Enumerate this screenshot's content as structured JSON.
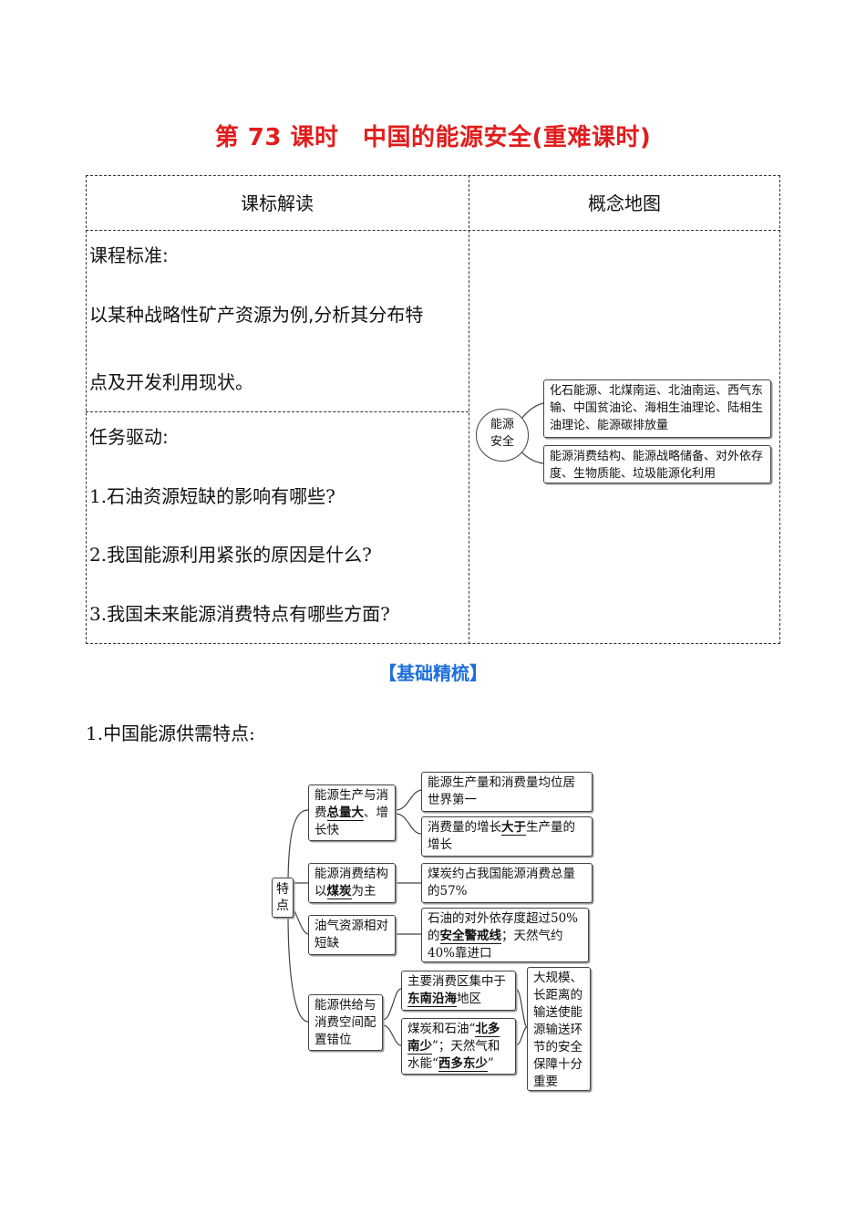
{
  "title": "第 73 课时　中国的能源安全(重难课时)",
  "table": {
    "col1_header": "课标解读",
    "col2_header": "概念地图",
    "standard_label": "课程标准:",
    "standard_line1": "以某种战略性矿产资源为例,分析其分布特",
    "standard_line2": "点及开发利用现状。",
    "task_label": "任务驱动:",
    "tasks": [
      "1.石油资源短缺的影响有哪些?",
      "2.我国能源利用紧张的原因是什么?",
      "3.我国未来能源消费特点有哪些方面?"
    ]
  },
  "concept_map": {
    "center_line1": "能源",
    "center_line2": "安全",
    "top_box": "化石能源、北煤南运、北油南运、西气东输、中国贫油论、海相生油理论、陆相生油理论、能源碳排放量",
    "bottom_box": "能源消费结构、能源战略储备、对外依存度、生物质能、垃圾能源化利用"
  },
  "section_title": "【基础精梳】",
  "item1": "1.中国能源供需特点:",
  "diagram": {
    "root": "特点",
    "b1": {
      "pre": "能源生产与消费",
      "em": "总量大",
      "post": "、增长快"
    },
    "b1a": "能源生产量和消费量均位居世界第一",
    "b1b": {
      "pre": "消费量的增长",
      "em": "大于",
      "post": "生产量的增长"
    },
    "b2": {
      "pre": "能源消费结构以",
      "em": "煤炭",
      "post": "为主"
    },
    "b2a": "煤炭约占我国能源消费总量的57%",
    "b3": "油气资源相对短缺",
    "b3a": {
      "pre": "石油的对外依存度超过50%的",
      "em": "安全警戒线",
      "post": "；天然气约40%靠进口"
    },
    "b4": "能源供给与消费空间配置错位",
    "b4a": {
      "pre": "主要消费区集中于",
      "em": "东南沿海",
      "post": "地区"
    },
    "b4b": {
      "pre": "煤炭和石油“",
      "em1": "北多南少",
      "mid": "”；天然气和水能“",
      "em2": "西多东少",
      "post": "”"
    },
    "b4c": "大规模、长距离的输送使能源输送环节的安全保障十分重要"
  }
}
